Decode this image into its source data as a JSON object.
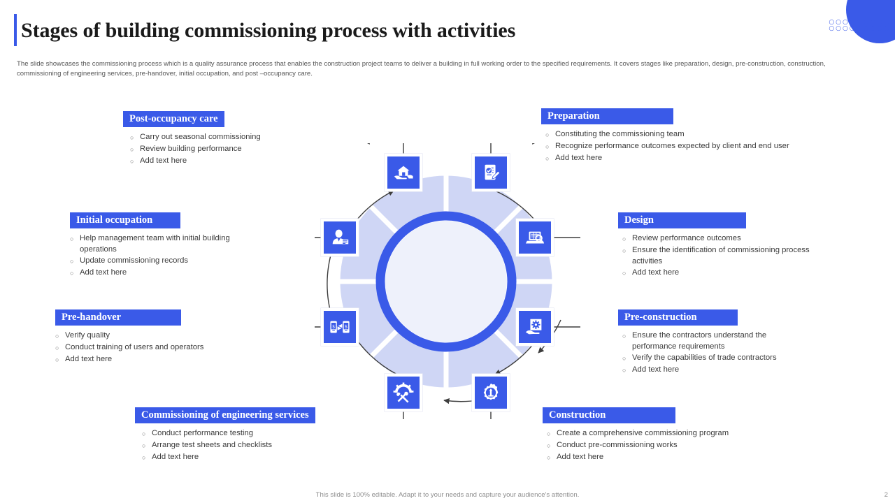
{
  "header": {
    "title": "Stages of building commissioning process with activities",
    "subtitle": "The slide showcases the commissioning process which is a quality assurance process that enables the construction project teams to deliver  a building in full working order to the specified requirements. It covers stages like preparation, design, pre-construction, construction, commissioning of engineering services, pre-handover, initial occupation, and post –occupancy care."
  },
  "accent_color": "#3a5ae8",
  "wheel_color": "#cfd6f5",
  "decoration": {
    "dots_row_1": "○○○○○○○○○",
    "dots_row_2": "○○○○○○○○○"
  },
  "stages": [
    {
      "key": "post_occupancy_care",
      "title": "Post-occupancy care",
      "icon": "hand-house-icon",
      "bullets": [
        "Carry out seasonal commissioning",
        "Review  building performance",
        "Add text here"
      ]
    },
    {
      "key": "initial_occupation",
      "title": "Initial occupation",
      "icon": "person-badge-icon",
      "bullets": [
        "Help management  team with initial building operations",
        "Update  commissioning records",
        "Add text here"
      ]
    },
    {
      "key": "pre_handover",
      "title": "Pre-handover",
      "icon": "device-transfer-icon",
      "bullets": [
        "Verify  quality",
        "Conduct training of users and operators",
        "Add text here"
      ]
    },
    {
      "key": "commissioning_of_engineering_services",
      "title": "Commissioning of engineering services",
      "icon": "gear-tools-icon",
      "bullets": [
        "Conduct performance  testing",
        "Arrange  test sheets and checklists",
        "Add text here"
      ]
    },
    {
      "key": "preparation",
      "title": "Preparation",
      "icon": "checklist-pen-icon",
      "bullets": [
        "Constituting the commissioning team",
        "Recognize performance  outcomes  expected by client and end user",
        "Add text here"
      ]
    },
    {
      "key": "design",
      "title": "Design",
      "icon": "laptop-search-icon",
      "bullets": [
        "Review  performance  outcomes",
        "Ensure the identification of commissioning process activities",
        "Add text here"
      ]
    },
    {
      "key": "pre_construction",
      "title": "Pre-construction",
      "icon": "hand-document-gear-icon",
      "bullets": [
        "Ensure the contractors understand  the performance  requirements",
        "Verify the capabilities of trade contractors",
        "Add text here"
      ]
    },
    {
      "key": "construction",
      "title": "Construction",
      "icon": "gear-crane-icon",
      "bullets": [
        "Create a comprehensive  commissioning program",
        "Conduct pre-commissioning  works",
        "Add text here"
      ]
    }
  ],
  "bullet_marker": "○",
  "footer": {
    "note": "This slide is 100% editable. Adapt it to your needs and capture your audience's attention.",
    "page_number": "2"
  }
}
